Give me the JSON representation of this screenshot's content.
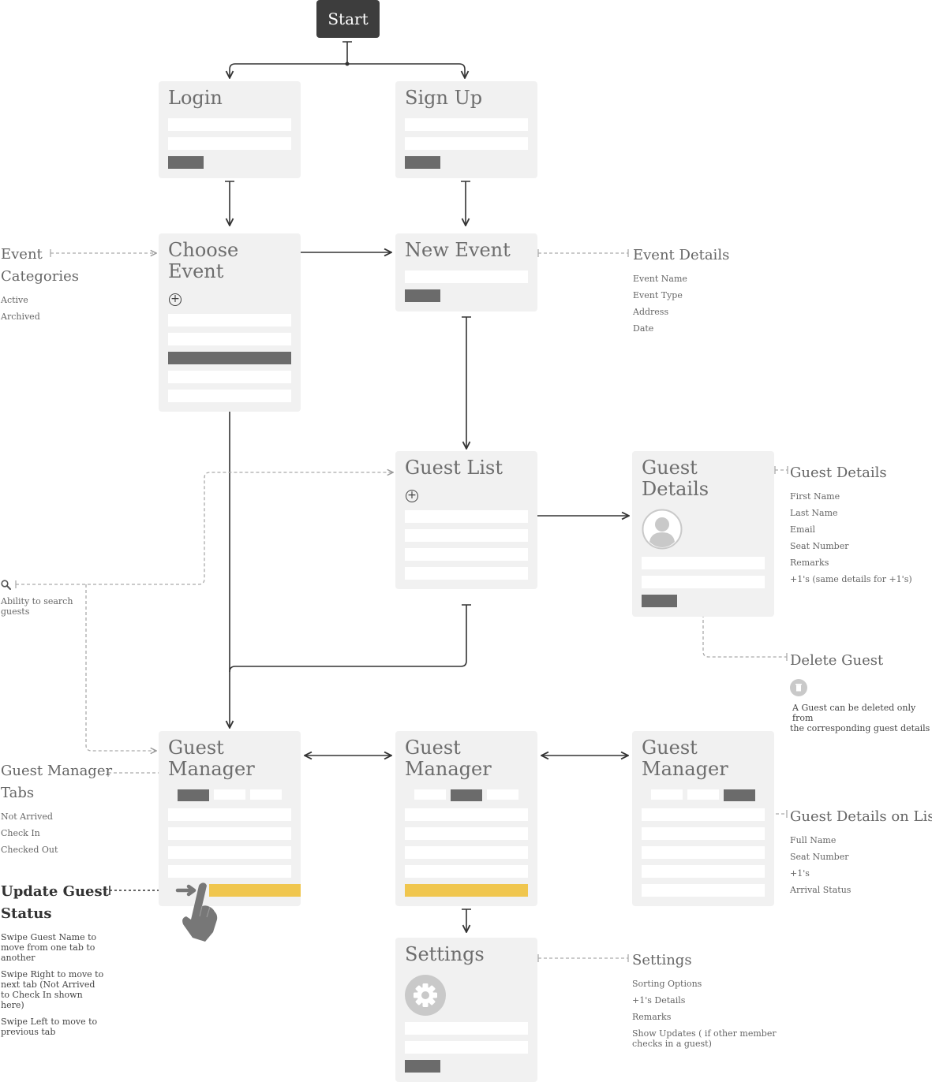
{
  "start": "Start",
  "cards": {
    "login": "Login",
    "signup": "Sign Up",
    "choose_event": [
      "Choose",
      "Event"
    ],
    "new_event": "New Event",
    "guest_list": "Guest List",
    "guest_details": [
      "Guest",
      "Details"
    ],
    "guest_manager": [
      "Guest",
      "Manager"
    ],
    "settings": "Settings"
  },
  "notes": {
    "event_categories": {
      "title": [
        "Event",
        "Categories"
      ],
      "items": [
        "Active",
        "Archived"
      ]
    },
    "event_details": {
      "title": "Event Details",
      "items": [
        "Event Name",
        "Event Type",
        "Address",
        "Date"
      ]
    },
    "guest_details": {
      "title": "Guest Details",
      "items": [
        "First Name",
        "Last Name",
        "Email",
        "Seat Number",
        "Remarks",
        "+1's  (same details for +1's)"
      ]
    },
    "search": {
      "text": [
        "Ability to search",
        "guests"
      ]
    },
    "delete_guest": {
      "title": "Delete Guest",
      "text": [
        "A Guest can be deleted only from",
        "the corresponding guest details"
      ]
    },
    "manager_tabs": {
      "title": [
        "Guest Manager",
        "Tabs"
      ],
      "items": [
        "Not Arrived",
        "Check In",
        "Checked Out"
      ]
    },
    "details_on_list": {
      "title": "Guest Details on List",
      "items": [
        "Full Name",
        "Seat Number",
        "+1's",
        "Arrival Status"
      ]
    },
    "update_status": {
      "title": [
        "Update Guest",
        "Status"
      ],
      "p1": [
        "Swipe Guest Name to",
        "move from one tab to",
        "another"
      ],
      "p2": [
        "Swipe Right to move to",
        "next tab (Not Arrived",
        "to Check In shown",
        "here)"
      ],
      "p3": [
        "Swipe Left to move to",
        "previous tab"
      ]
    },
    "settings": {
      "title": "Settings",
      "items": [
        "Sorting Options",
        "+1's Details",
        "Remarks"
      ],
      "last": [
        "Show Updates ( if other member",
        "checks in a guest)"
      ]
    }
  },
  "icons": {
    "plus": "+",
    "search": "search-icon",
    "trash": "trash-icon",
    "avatar": "user-avatar-icon",
    "gear": "gear-icon",
    "hand": "swipe-hand-icon"
  },
  "colors": {
    "card": "#f1f1f1",
    "dark_bar": "#6b6b6b",
    "highlight": "#f0c64e",
    "start": "#3d3d3d"
  }
}
